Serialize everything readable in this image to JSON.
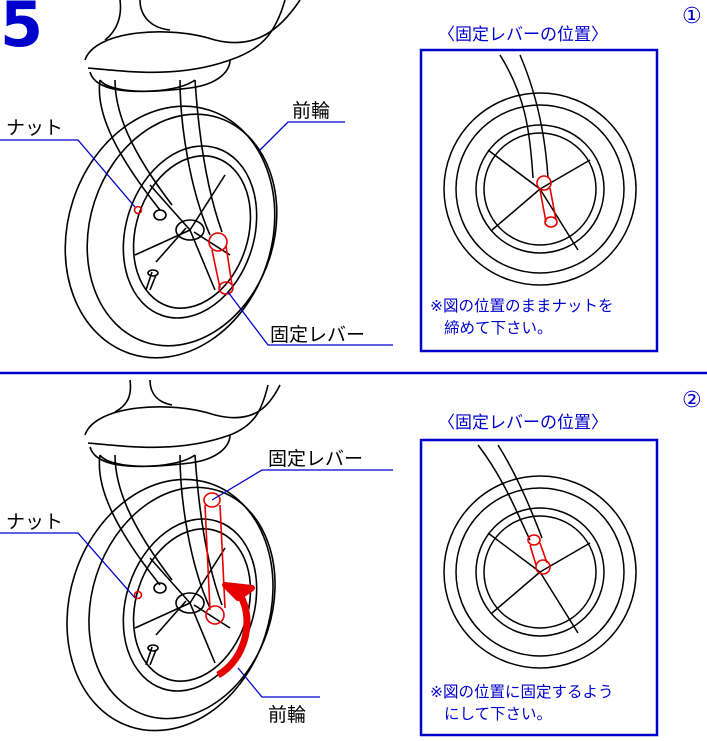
{
  "step": {
    "number": "5"
  },
  "panel1": {
    "marker": "①",
    "nut_label": "ナット",
    "wheel_label": "前輪",
    "lever_label": "固定レバー",
    "inset_title": "〈固定レバーの位置〉",
    "note_line1": "※図の位置のままナットを",
    "note_line2": "締めて下さい。"
  },
  "panel2": {
    "marker": "②",
    "nut_label": "ナット",
    "wheel_label": "前輪",
    "lever_label": "固定レバー",
    "inset_title": "〈固定レバーの位置〉",
    "note_line1": "※図の位置に固定するよう",
    "note_line2": "にして下さい。"
  },
  "colors": {
    "blue": "#0000cc",
    "red": "#e60000",
    "line": "#000000"
  }
}
